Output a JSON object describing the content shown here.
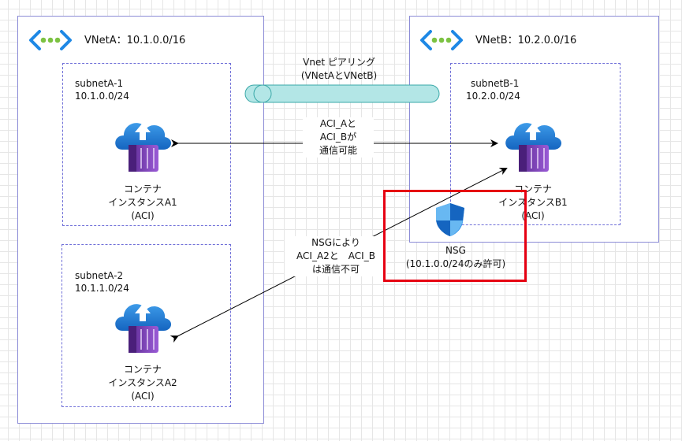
{
  "vnet_a": {
    "title": "VNetA：10.1.0.0/16",
    "icon": "vnet-icon"
  },
  "vnet_b": {
    "title": "VNetB：10.2.0.0/16",
    "icon": "vnet-icon"
  },
  "subnet_a1": {
    "name": "subnetA-1",
    "cidr": "10.1.0.0/24",
    "instance": [
      "コンテナ",
      "インスタンスA1",
      "(ACI)"
    ]
  },
  "subnet_a2": {
    "name": "subnetA-2",
    "cidr": "10.1.1.0/24",
    "instance": [
      "コンテナ",
      "インスタンスA2",
      "(ACI)"
    ]
  },
  "subnet_b1": {
    "name": "subnetB-1",
    "cidr": "10.2.0.0/24",
    "instance": [
      "コンテナ",
      "インスタンスB1",
      "(ACI)"
    ]
  },
  "peering": {
    "lines": [
      "Vnet ピアリング",
      "(VNetAとVNetB)"
    ]
  },
  "allowed_note": {
    "lines": [
      "ACI_Aと",
      "ACI_Bが",
      "通信可能"
    ]
  },
  "blocked_note": {
    "lines": [
      "NSGにより",
      "ACI_A2と　ACI_B",
      "は通信不可"
    ]
  },
  "nsg": {
    "lines": [
      "NSG",
      "(10.1.0.0/24のみ許可)"
    ],
    "icon": "shield-icon"
  },
  "colors": {
    "vnet_border": "#8a8ad6",
    "subnet_border": "#7070d8",
    "nsg_border": "#e60012",
    "peering_fill": "#b3e6e6",
    "peering_stroke": "#3aa8a8",
    "cloud": "#1e88e5",
    "container": "#7b3fb8"
  }
}
